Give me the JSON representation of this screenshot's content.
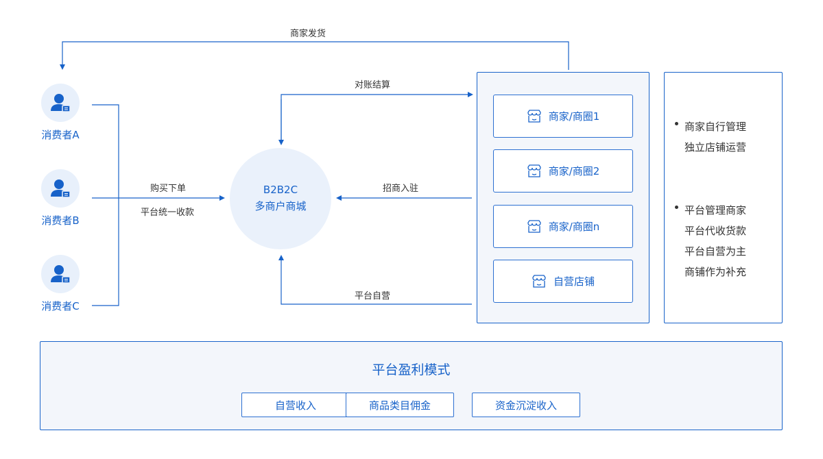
{
  "consumers": [
    {
      "label": "消费者A"
    },
    {
      "label": "消费者B"
    },
    {
      "label": "消费者C"
    }
  ],
  "arrows": {
    "merchant_ship": "商家发货",
    "settlement": "对账结算",
    "order": "购买下单",
    "payment": "平台统一收款",
    "recruit": "招商入驻",
    "self_operated": "平台自营"
  },
  "hub": {
    "line1": "B2B2C",
    "line2": "多商户商城"
  },
  "merchants": [
    {
      "label": "商家/商圈1",
      "icon": "shop-icon"
    },
    {
      "label": "商家/商圈2",
      "icon": "shop-icon"
    },
    {
      "label": "商家/商圈n",
      "icon": "shop-icon"
    },
    {
      "label": "自营店铺",
      "icon": "shop-icon"
    }
  ],
  "description": {
    "group1": [
      "商家自行管理",
      "独立店铺运营"
    ],
    "group2": [
      "平台管理商家",
      "平台代收货款",
      "平台自营为主",
      "商铺作为补充"
    ]
  },
  "profit": {
    "title": "平台盈利模式",
    "items": [
      "自营收入",
      "商品类目佣金",
      "资金沉淀收入"
    ]
  },
  "colors": {
    "accent": "#1762c9",
    "panel_bg": "#f3f6fb",
    "hub_bg": "#eaf1fb"
  }
}
